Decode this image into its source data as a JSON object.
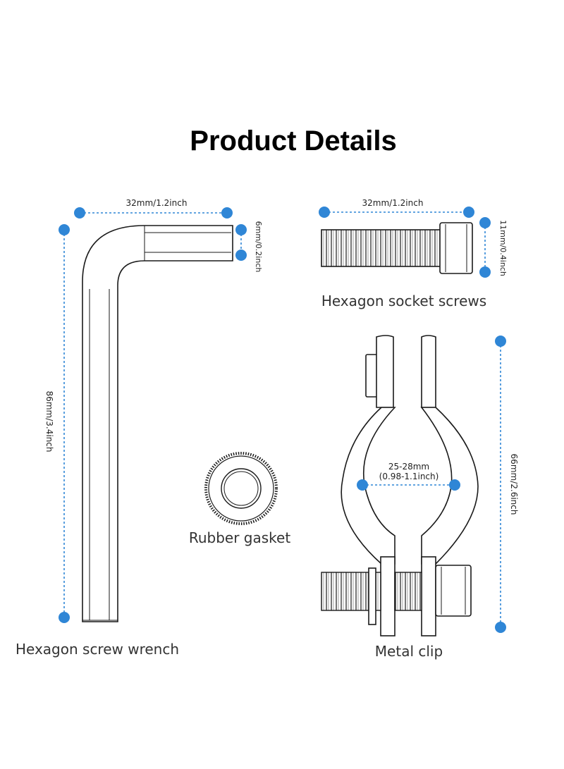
{
  "title": "Product Details",
  "colors": {
    "dimension": "#2f86d6",
    "outline": "#1a1a1a"
  },
  "items": {
    "wrench": {
      "caption": "Hexagon screw wrench",
      "width_label": "32mm/1.2inch",
      "height_label": "86mm/3.4inch",
      "thickness_label": "6mm/0.2inch"
    },
    "screws": {
      "caption": "Hexagon socket screws",
      "width_label": "32mm/1.2inch",
      "height_label": "11mm/0.4inch"
    },
    "gasket": {
      "caption": "Rubber gasket"
    },
    "clip": {
      "caption": "Metal clip",
      "diameter_label_line1": "25-28mm",
      "diameter_label_line2": "(0.98-1.1inch)",
      "height_label": "66mm/2.6inch"
    }
  }
}
